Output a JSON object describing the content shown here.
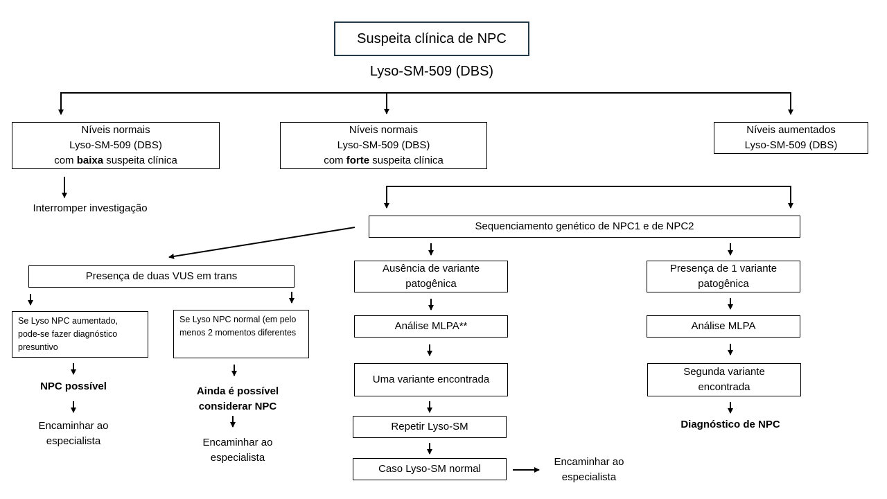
{
  "title": "Suspeita clínica de NPC",
  "subtitle": "Lyso-SM-509 (DBS)",
  "branch_left": {
    "l1": "Níveis normais",
    "l2": "Lyso-SM-509 (DBS)",
    "l3_pre": "com ",
    "l3_bold": "baixa",
    "l3_post": " suspeita clínica"
  },
  "branch_mid": {
    "l1": "Níveis normais",
    "l2": "Lyso-SM-509 (DBS)",
    "l3_pre": "com ",
    "l3_bold": "forte",
    "l3_post": " suspeita clínica"
  },
  "branch_right": {
    "l1": "Níveis aumentados",
    "l2": "Lyso-SM-509 (DBS)"
  },
  "stop": "Interromper investigação",
  "sequencing": "Sequenciamento genético de NPC1 e de NPC2",
  "vus": "Presença de duas VUS em trans",
  "vus_left": "Se Lyso NPC aumentado, pode-se fazer diagnóstico presuntivo",
  "vus_right": "Se Lyso NPC normal (em pelo menos 2 momentos diferentes",
  "npc_possible": "NPC possível",
  "still_possible_l1": "Ainda é possível",
  "still_possible_l2": "considerar NPC",
  "refer_l1": "Encaminhar ao",
  "refer_l2": "especialista",
  "absence_l1": "Ausência de variante",
  "absence_l2": "patogênica",
  "mlpa_star": "Análise MLPA**",
  "one_variant": "Uma variante encontrada",
  "repeat": "Repetir Lyso-SM",
  "if_normal": "Caso Lyso-SM normal",
  "presence_l1": "Presença de 1 variante",
  "presence_l2": "patogênica",
  "mlpa": "Análise MLPA",
  "second_l1": "Segunda variante",
  "second_l2": "encontrada",
  "diagnosis": "Diagnóstico de NPC",
  "colors": {
    "title_border": "#1f3a4a",
    "line": "#000000"
  }
}
